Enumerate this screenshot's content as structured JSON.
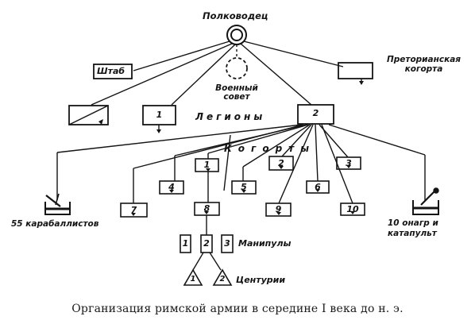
{
  "diagram": {
    "commander": "Полководец",
    "headquarters": "Штаб",
    "war_council": "Военный совет",
    "praetorian": "Преторианская когорта",
    "legions": "Легионы",
    "cohorts": "Когорты",
    "maniples": "Манипулы",
    "centuries": "Центурии",
    "carroballistae": "55 карабаллистов",
    "onagri": "10 онагр и катапульт"
  },
  "numbers": {
    "legion_1": "1",
    "legion_2": "2",
    "cohort_1": "1",
    "cohort_2": "2",
    "cohort_3": "3",
    "cohort_4": "4",
    "cohort_5": "5",
    "cohort_6": "6",
    "cohort_7": "7",
    "cohort_8": "8",
    "cohort_9": "9",
    "cohort_10": "10",
    "maniple_1": "1",
    "maniple_2": "2",
    "maniple_3": "3",
    "century_1": "1",
    "century_2": "2"
  },
  "caption": "Организация римской армии в середине I века до н. э.",
  "colors": {
    "ink": "#141414",
    "paper": "#ffffff"
  }
}
